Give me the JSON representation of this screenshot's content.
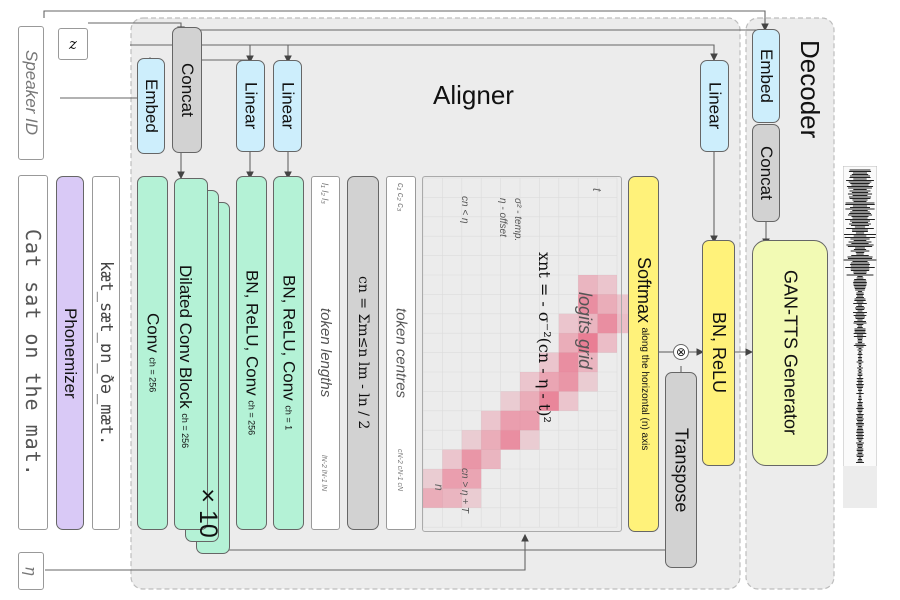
{
  "inputs": {
    "speaker_id": "Speaker ID",
    "z": "z",
    "eta": "η"
  },
  "text": {
    "sentence": "Cat sat on the mat.",
    "phonemes": "kæt_sæt_ɒn_ðə_mæt."
  },
  "blocks": {
    "phonemizer": "Phonemizer",
    "embed": "Embed",
    "concat": "Concat",
    "linear_a": "Linear",
    "linear_b": "Linear",
    "conv": "Conv",
    "conv_ch": "ch = 256",
    "dilated": "Dilated Conv Block",
    "dilated_ch": "ch = 256",
    "repeat": "×10",
    "bn_conv_a": "BN, ReLU, Conv",
    "bn_conv_a_ch": "ch = 256",
    "bn_conv_b": "BN, ReLU, Conv",
    "bn_conv_b_ch": "ch = 1",
    "token_lengths": "token lengths",
    "token_lengths_top": "l₁ l₂ l₃",
    "token_lengths_bottom": "lN-2 lN-1 lN",
    "cumsum": "cn = Σm≤n lm - ln / 2",
    "token_centres": "token centres",
    "token_centres_top": "c₁ c₂ c₃",
    "token_centres_bottom": "cN-2 cN-1 cN",
    "logits_grid": "logits grid",
    "softmax": "Softmax",
    "softmax_note": "along the horizontal (n) axis",
    "transpose": "Transpose",
    "linear_c": "Linear",
    "bn_relu": "BN, ReLU",
    "aligner_title": "Aligner",
    "decoder_title": "Decoder",
    "dec_embed": "Embed",
    "dec_concat": "Concat",
    "gan_tts": "GAN-TTS Generator",
    "multiply": "⊗"
  },
  "grid": {
    "axis_t": "t",
    "axis_n": "n",
    "formula": "xnt = - σ⁻²(cn - η - t)²",
    "legend_sigma": "σ² - temp.",
    "legend_eta": "η - offset",
    "cond_low": "cn < η",
    "cond_high": "cn > η + T",
    "cells": [
      {
        "r": 0,
        "c": 8,
        "v": 0.35
      },
      {
        "r": 0,
        "c": 9,
        "v": 0.25
      },
      {
        "r": 1,
        "c": 8,
        "v": 0.6
      },
      {
        "r": 1,
        "c": 9,
        "v": 0.4
      },
      {
        "r": 1,
        "c": 10,
        "v": 0.25
      },
      {
        "r": 2,
        "c": 7,
        "v": 0.25
      },
      {
        "r": 2,
        "c": 8,
        "v": 0.35
      },
      {
        "r": 2,
        "c": 9,
        "v": 0.6
      },
      {
        "r": 2,
        "c": 10,
        "v": 0.3
      },
      {
        "r": 3,
        "c": 7,
        "v": 0.4
      },
      {
        "r": 3,
        "c": 8,
        "v": 0.7
      },
      {
        "r": 3,
        "c": 9,
        "v": 0.3
      },
      {
        "r": 4,
        "c": 6,
        "v": 0.25
      },
      {
        "r": 4,
        "c": 7,
        "v": 0.6
      },
      {
        "r": 4,
        "c": 8,
        "v": 0.35
      },
      {
        "r": 5,
        "c": 5,
        "v": 0.25
      },
      {
        "r": 5,
        "c": 6,
        "v": 0.45
      },
      {
        "r": 5,
        "c": 7,
        "v": 0.55
      },
      {
        "r": 5,
        "c": 8,
        "v": 0.2
      },
      {
        "r": 6,
        "c": 4,
        "v": 0.2
      },
      {
        "r": 6,
        "c": 5,
        "v": 0.4
      },
      {
        "r": 6,
        "c": 6,
        "v": 0.65
      },
      {
        "r": 6,
        "c": 7,
        "v": 0.25
      },
      {
        "r": 7,
        "c": 3,
        "v": 0.25
      },
      {
        "r": 7,
        "c": 4,
        "v": 0.5
      },
      {
        "r": 7,
        "c": 5,
        "v": 0.5
      },
      {
        "r": 8,
        "c": 2,
        "v": 0.2
      },
      {
        "r": 8,
        "c": 3,
        "v": 0.4
      },
      {
        "r": 8,
        "c": 4,
        "v": 0.6
      },
      {
        "r": 8,
        "c": 5,
        "v": 0.2
      },
      {
        "r": 9,
        "c": 1,
        "v": 0.25
      },
      {
        "r": 9,
        "c": 2,
        "v": 0.55
      },
      {
        "r": 9,
        "c": 3,
        "v": 0.35
      },
      {
        "r": 10,
        "c": 0,
        "v": 0.2
      },
      {
        "r": 10,
        "c": 1,
        "v": 0.5
      },
      {
        "r": 10,
        "c": 2,
        "v": 0.45
      },
      {
        "r": 11,
        "c": 0,
        "v": 0.4
      },
      {
        "r": 11,
        "c": 1,
        "v": 0.35
      },
      {
        "r": 11,
        "c": 2,
        "v": 0.2
      }
    ]
  },
  "colors": {
    "green": "#b4f2d6",
    "blue": "#cdeefc",
    "grey": "#d2d2d2",
    "yellow": "#fff27a",
    "purple": "#d9c9f6",
    "lime": "#f2fab4",
    "heat": "#e8506f",
    "panel": "#ececec"
  }
}
